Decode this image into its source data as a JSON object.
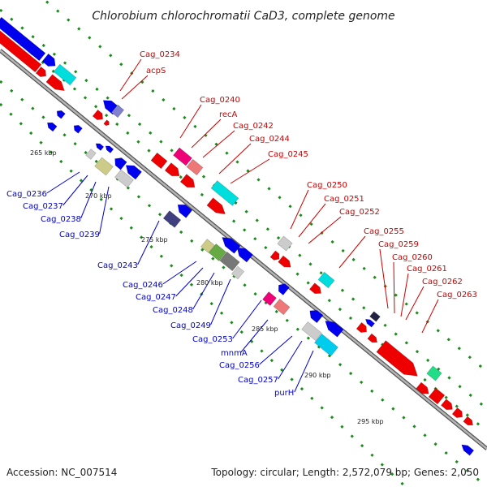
{
  "title": "Chlorobium chlorochromatii CaD3, complete genome",
  "footer": {
    "accession": "Accession: NC_007514",
    "summary": "Topology: circular; Length: 2,572,079 bp; Genes: 2,050"
  },
  "colors": {
    "forward_label": "#cc0000",
    "reverse_label": "#0000cc",
    "backbone": "#8c8c8c",
    "tick": "#1a8c1a"
  },
  "ticks": [
    "265 kbp",
    "270 kbp",
    "275 kbp",
    "280 kbp",
    "285 kbp",
    "290 kbp",
    "295 kbp"
  ],
  "forward_genes": [
    "Cag_0234",
    "acpS",
    "Cag_0240",
    "recA",
    "Cag_0242",
    "Cag_0244",
    "Cag_0245",
    "Cag_0250",
    "Cag_0251",
    "Cag_0252",
    "Cag_0255",
    "Cag_0259",
    "Cag_0260",
    "Cag_0261",
    "Cag_0262",
    "Cag_0263"
  ],
  "reverse_genes": [
    "Cag_0236",
    "Cag_0237",
    "Cag_0238",
    "Cag_0239",
    "Cag_0243",
    "Cag_0246",
    "Cag_0247",
    "Cag_0248",
    "Cag_0249",
    "Cag_0253",
    "mnmA",
    "Cag_0256",
    "Cag_0257",
    "purH"
  ]
}
